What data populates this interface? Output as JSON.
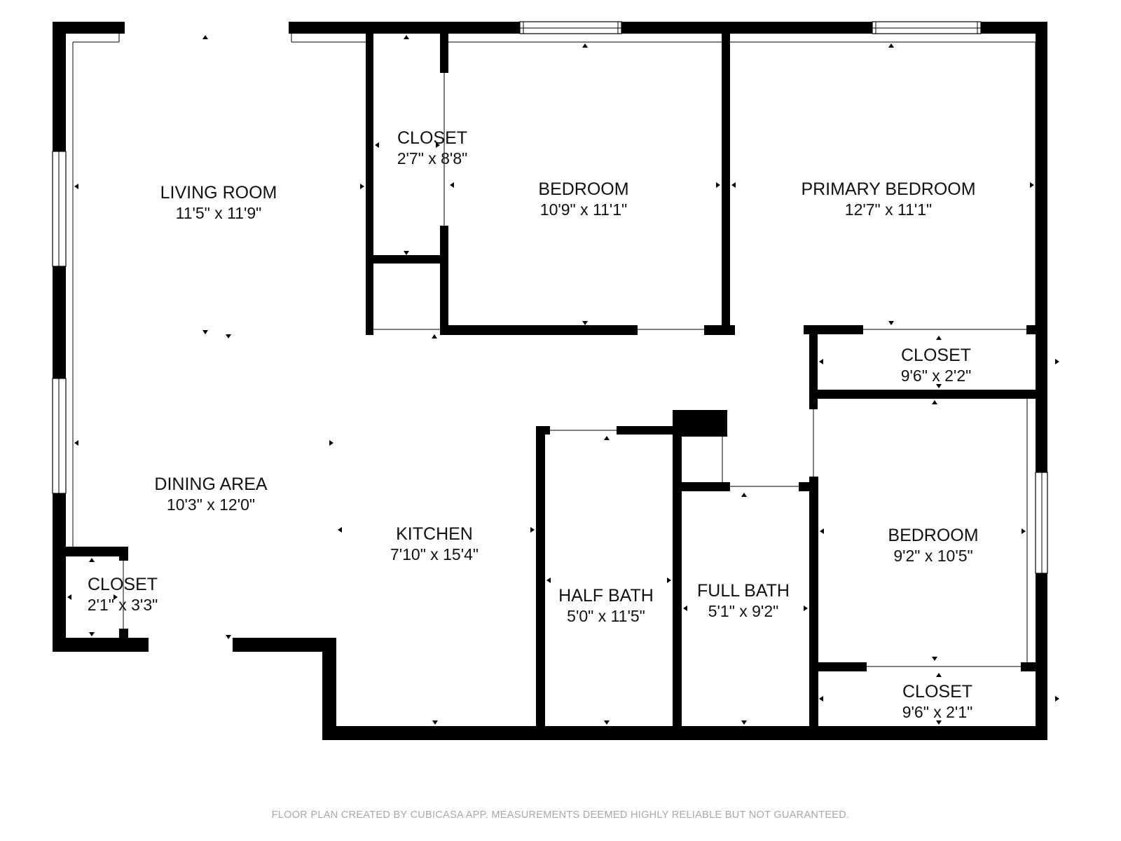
{
  "rooms": {
    "living_room": {
      "name": "LIVING ROOM",
      "dims": "11'5\" x 11'9\""
    },
    "closet_top": {
      "name": "CLOSET",
      "dims": "2'7\" x 8'8\""
    },
    "bedroom_top": {
      "name": "BEDROOM",
      "dims": "10'9\" x 11'1\""
    },
    "primary_bedroom": {
      "name": "PRIMARY BEDROOM",
      "dims": "12'7\" x 11'1\""
    },
    "closet_right_top": {
      "name": "CLOSET",
      "dims": "9'6\" x 2'2\""
    },
    "dining_area": {
      "name": "DINING AREA",
      "dims": "10'3\" x 12'0\""
    },
    "kitchen": {
      "name": "KITCHEN",
      "dims": "7'10\" x 15'4\""
    },
    "half_bath": {
      "name": "HALF BATH",
      "dims": "5'0\" x 11'5\""
    },
    "full_bath": {
      "name": "FULL BATH",
      "dims": "5'1\" x 9'2\""
    },
    "bedroom_right": {
      "name": "BEDROOM",
      "dims": "9'2\" x 10'5\""
    },
    "closet_left": {
      "name": "CLOSET",
      "dims": "2'1\" x 3'3\""
    },
    "closet_right_bottom": {
      "name": "CLOSET",
      "dims": "9'6\" x 2'1\""
    }
  },
  "footer": {
    "disclaimer": "FLOOR PLAN CREATED BY CUBICASA APP. MEASUREMENTS DEEMED HIGHLY RELIABLE BUT NOT GUARANTEED."
  },
  "colors": {
    "wall": "#000000",
    "background": "#ffffff",
    "label": "#111111",
    "footer": "#a8a8a8"
  }
}
